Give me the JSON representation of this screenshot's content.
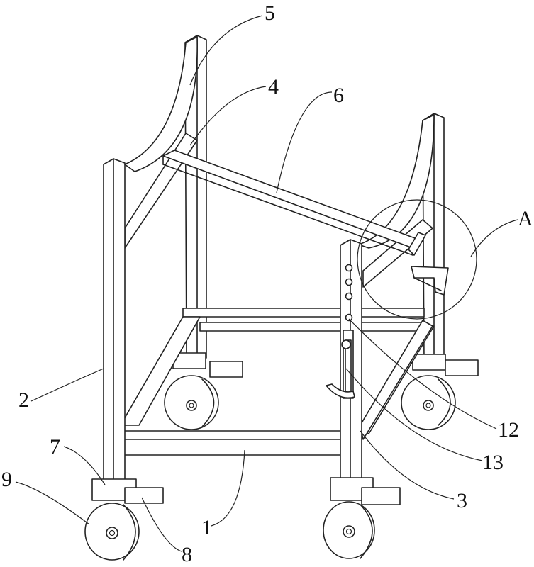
{
  "labels": {
    "l1": "1",
    "l2": "2",
    "l3": "3",
    "l4": "4",
    "l5": "5",
    "l6": "6",
    "l7": "7",
    "l8": "8",
    "l9": "9",
    "l12": "12",
    "l13": "13",
    "lA": "A"
  }
}
